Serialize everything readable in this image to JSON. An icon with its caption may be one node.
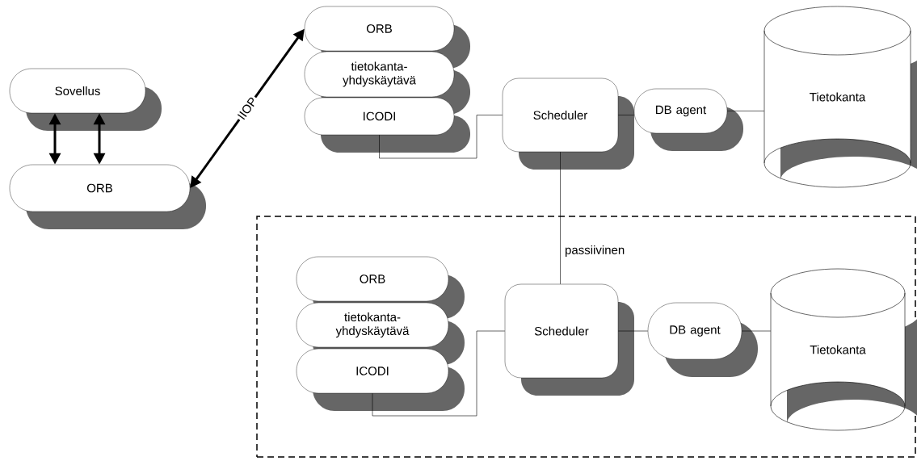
{
  "diagram": {
    "nodes": [
      {
        "text": [
          "Sovellus"
        ]
      },
      {
        "text": [
          "ORB"
        ]
      },
      {
        "text": [
          "ORB"
        ]
      },
      {
        "text": [
          "tietokanta- yhdyskäytävä"
        ]
      },
      {
        "text": [
          "ICODI"
        ]
      },
      {
        "text": [
          "Scheduler"
        ]
      },
      {
        "text": [
          "DB agent"
        ]
      },
      {
        "text": [
          "Tietokanta"
        ]
      },
      {
        "text": [],
        "shape": "box"
      },
      {
        "text": [
          "ORB"
        ],
        "in": 8
      },
      {
        "text": [
          "tietokanta- yhdyskäytävä"
        ],
        "in": 8
      },
      {
        "text": [
          "ICODI"
        ],
        "in": 8
      },
      {
        "text": [
          "Scheduler"
        ],
        "in": 8
      },
      {
        "text": [
          "DB agent"
        ],
        "in": 8
      },
      {
        "text": [
          "Tietokanta"
        ],
        "in": 8
      }
    ],
    "edges": [
      {
        "from": 0,
        "to": 1,
        "arrow": "both",
        "style": "thick"
      },
      {
        "from": 0,
        "to": 1,
        "arrow": "both",
        "style": "thick"
      },
      {
        "from": 1,
        "to": 2,
        "arrow": "both",
        "style": "thick",
        "label": "IIOP"
      },
      {
        "from": 4,
        "to": 5,
        "arrow": "none"
      },
      {
        "from": 5,
        "to": 6,
        "arrow": "none"
      },
      {
        "from": 6,
        "to": 7,
        "arrow": "none"
      },
      {
        "from": 5,
        "to": 12,
        "arrow": "none",
        "label": "passiivinen"
      },
      {
        "from": 11,
        "to": 12,
        "arrow": "none"
      },
      {
        "from": 12,
        "to": 13,
        "arrow": "none"
      },
      {
        "from": 13,
        "to": 14,
        "arrow": "none"
      }
    ]
  }
}
